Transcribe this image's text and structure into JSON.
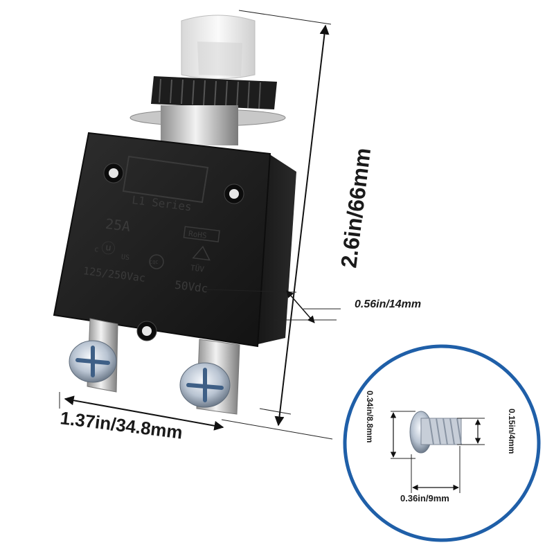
{
  "product": {
    "series": "L1 Series",
    "current_rating": "25A",
    "ac_rating": "125/250Vac",
    "dc_rating": "50Vdc",
    "rohs_mark": "RoHS",
    "tuv_mark": "TÜV",
    "ul_c": "c",
    "ul_us": "US",
    "ce_mark": "CQC"
  },
  "dimensions": {
    "height": "2.6in/66mm",
    "depth": "0.56in/14mm",
    "width": "1.37in/34.8mm",
    "screw_head_height": "0.34in/8.8mm",
    "screw_thread": "0.15in/4mm",
    "screw_length": "0.36in/9mm"
  },
  "colors": {
    "inset_border": "#1f5fa8",
    "body": "#1b1b1b",
    "boot": "#eeeeee"
  }
}
